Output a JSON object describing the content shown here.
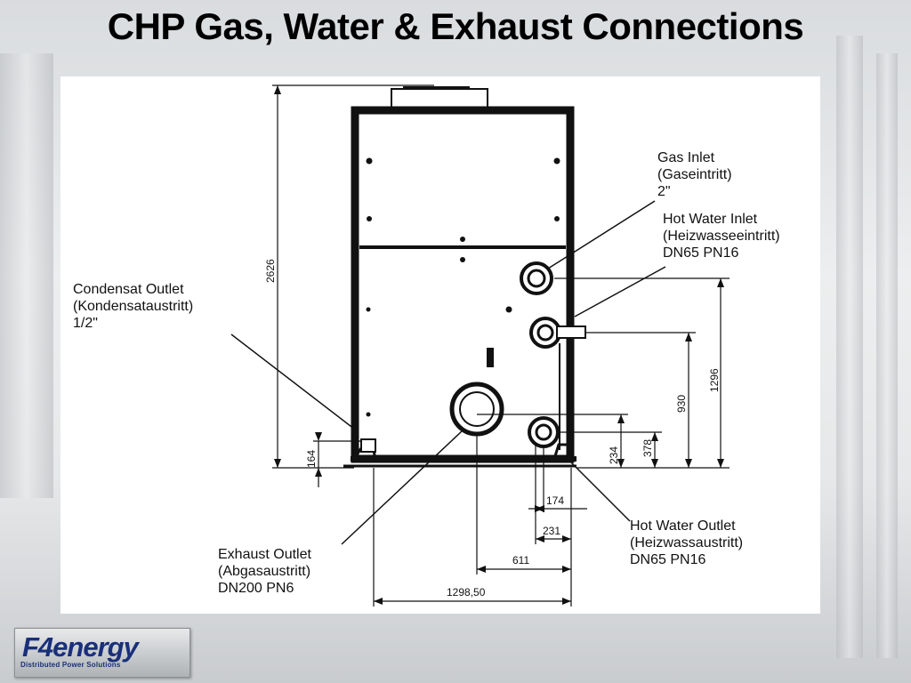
{
  "slide": {
    "title": "CHP Gas, Water & Exhaust Connections"
  },
  "diagram": {
    "callouts": {
      "gas_inlet": "Gas Inlet\n(Gaseintritt)\n2\"",
      "hot_water_inlet": "Hot Water Inlet\n(Heizwasseeintritt)\nDN65 PN16",
      "condensat_outlet": "Condensat Outlet\n(Kondensataustritt)\n1/2\"",
      "exhaust_outlet": "Exhaust Outlet\n(Abgasaustritt)\nDN200 PN6",
      "hot_water_outlet": "Hot Water Outlet\n(Heizwassaustritt)\nDN65 PN16"
    },
    "dimensions": {
      "total_height": "2626",
      "condensat_height": "164",
      "gas_height": "1296",
      "water_inlet_height": "930",
      "water_outlet_height": "378",
      "exhaust_height": "234",
      "offset_174": "174",
      "offset_231": "231",
      "offset_611": "611",
      "total_width": "1298,50"
    }
  },
  "logo": {
    "name": "F4energy",
    "tagline": "Distributed Power Solutions"
  }
}
